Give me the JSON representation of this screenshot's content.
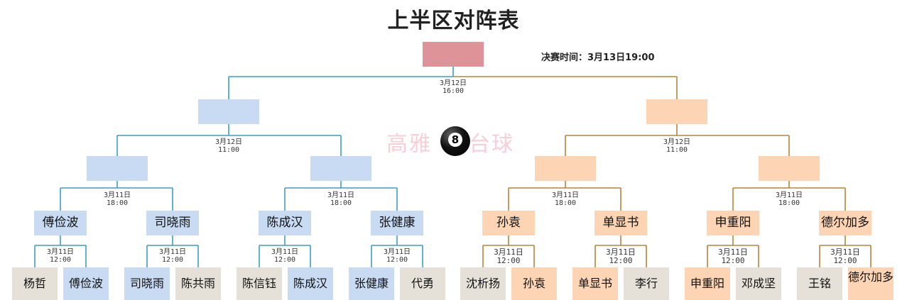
{
  "title": "上半区对阵表",
  "final_time_label": "决赛时间：3月13日19:00",
  "watermark": {
    "left": "高雅",
    "right": "台球",
    "ball_number": "8"
  },
  "colors": {
    "left_line": "#3a9ec4",
    "right_line": "#b88338",
    "final_box": "#de9399",
    "left_box": "#c8dbf3",
    "right_box": "#fdd5b4",
    "player_box": "#e6e1d8"
  },
  "final": {
    "label": "",
    "date": "3月12日",
    "time": "16:00"
  },
  "semis": [
    {
      "label": "",
      "date": "3月12日",
      "time": "11:00"
    },
    {
      "label": "",
      "date": "3月12日",
      "time": "11:00"
    }
  ],
  "quarters": [
    {
      "label": "",
      "date": "3月11日",
      "time": "18:00"
    },
    {
      "label": "",
      "date": "3月11日",
      "time": "18:00"
    },
    {
      "label": "",
      "date": "3月11日",
      "time": "18:00"
    },
    {
      "label": "",
      "date": "3月11日",
      "time": "18:00"
    }
  ],
  "round16": [
    {
      "label": "傅俭波",
      "date": "3月11日",
      "time": "12:00"
    },
    {
      "label": "司晓雨",
      "date": "3月11日",
      "time": "12:00"
    },
    {
      "label": "陈成汉",
      "date": "3月11日",
      "time": "12:00"
    },
    {
      "label": "张健康",
      "date": "3月11日",
      "time": "12:00"
    },
    {
      "label": "孙袁",
      "date": "3月11日",
      "time": "12:00"
    },
    {
      "label": "单显书",
      "date": "3月11日",
      "time": "12:00"
    },
    {
      "label": "申重阳",
      "date": "3月11日",
      "time": "12:00"
    },
    {
      "label": "德尔加多",
      "date": "3月11日",
      "time": "12:00"
    }
  ],
  "players": [
    {
      "name": "杨哲",
      "winner": false
    },
    {
      "name": "傅俭波",
      "winner": true
    },
    {
      "name": "司晓雨",
      "winner": true
    },
    {
      "name": "陈共雨",
      "winner": false
    },
    {
      "name": "陈信钰",
      "winner": false
    },
    {
      "name": "陈成汉",
      "winner": true
    },
    {
      "name": "张健康",
      "winner": true
    },
    {
      "name": "代勇",
      "winner": false
    },
    {
      "name": "沈析扬",
      "winner": false
    },
    {
      "name": "孙袁",
      "winner": true
    },
    {
      "name": "单显书",
      "winner": true
    },
    {
      "name": "李行",
      "winner": false
    },
    {
      "name": "申重阳",
      "winner": true
    },
    {
      "name": "邓成坚",
      "winner": false
    },
    {
      "name": "王铭",
      "winner": false
    },
    {
      "name": "德尔加多",
      "winner": true
    }
  ]
}
